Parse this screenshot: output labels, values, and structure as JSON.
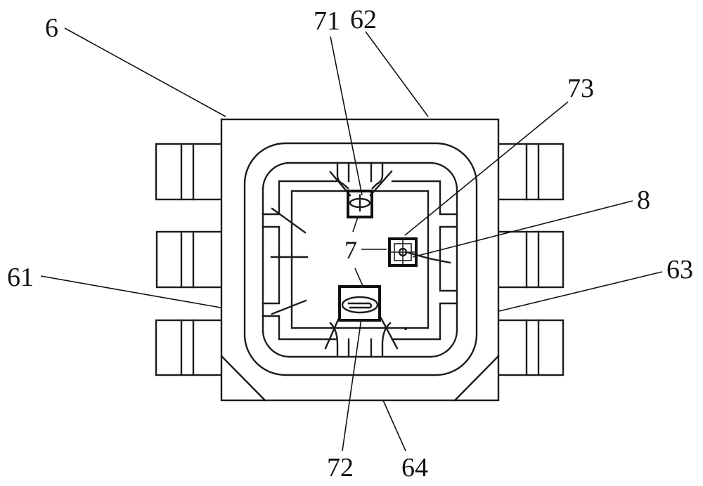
{
  "figure": {
    "type": "patent drawing",
    "subject": "LED package top view",
    "stroke_color": "#1c1c1c",
    "background": "#ffffff"
  },
  "labels": {
    "package": "6",
    "side_left": "61",
    "side_top": "62",
    "side_right": "63",
    "side_bottom": "64",
    "chip_group": "7",
    "chip_top": "71",
    "chip_bottom": "72",
    "chip_right": "73",
    "wire": "8"
  }
}
